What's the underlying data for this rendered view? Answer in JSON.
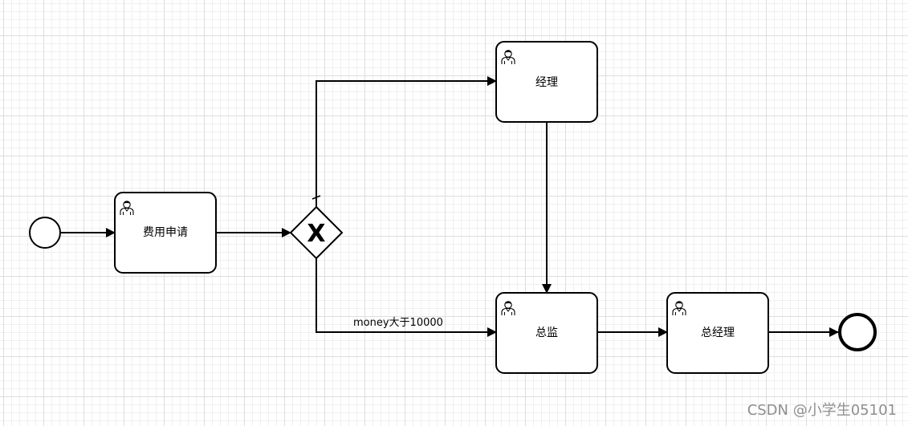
{
  "diagram": {
    "start_event": {
      "label": ""
    },
    "tasks": {
      "apply": "费用申请",
      "manager": "经理",
      "director": "总监",
      "general_manager": "总经理"
    },
    "gateway": {
      "symbol": "X"
    },
    "flows": {
      "money_condition": "money大于10000"
    },
    "end_event": {
      "label": ""
    }
  },
  "watermark": "CSDN @小学生05101"
}
